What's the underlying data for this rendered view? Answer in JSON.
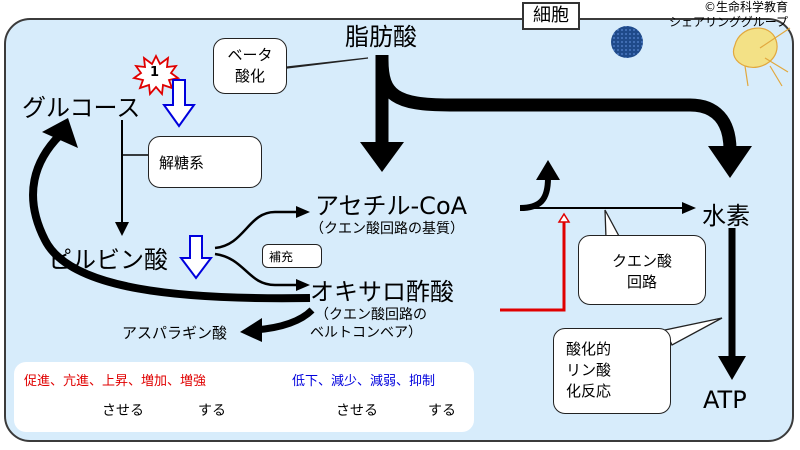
{
  "header": {
    "cell_label": "細胞",
    "copyright_line1": "©生命科学教育",
    "copyright_line2": "シェアリンググループ"
  },
  "nodes": {
    "fatty_acid": "脂肪酸",
    "glucose": "グルコース",
    "pyruvate": "ピルビン酸",
    "acetyl_coa": "アセチル-CoA",
    "acetyl_coa_note": "（クエン酸回路の基質）",
    "oxaloacetate": "オキサロ酢酸",
    "oxaloacetate_note_1": "（クエン酸回路の",
    "oxaloacetate_note_2": "ベルトコンベア）",
    "asparagine": "アスパラギン酸",
    "hydrogen": "水素",
    "atp": "ATP"
  },
  "callouts": {
    "beta_oxidation_1": "ベータ",
    "beta_oxidation_2": "酸化",
    "glycolysis": "解糖系",
    "replenish": "補充",
    "citric_cycle_1": "クエン酸",
    "citric_cycle_2": "回路",
    "oxphos_1": "酸化的",
    "oxphos_2": "リン酸",
    "oxphos_3": "化反応"
  },
  "badge": {
    "number": "1"
  },
  "legend": {
    "promote_terms": "促進、亢進、上昇、増加、増強",
    "suppress_terms": "低下、減少、減弱、抑制",
    "cause_label": "させる",
    "do_label": "する",
    "cause_label_2": "させる",
    "do_label_2": "する"
  },
  "colors": {
    "cell_bg": "#d7ecfb",
    "promote": "#e00000",
    "suppress": "#0000dd",
    "arrow": "#000000"
  },
  "icons": {
    "starburst": "starburst-icon",
    "down_arrow_blue": "outline-down-arrow-icon",
    "organelle": "dark-blue-sphere",
    "cell_mascot": "sketch-cell-icon"
  }
}
